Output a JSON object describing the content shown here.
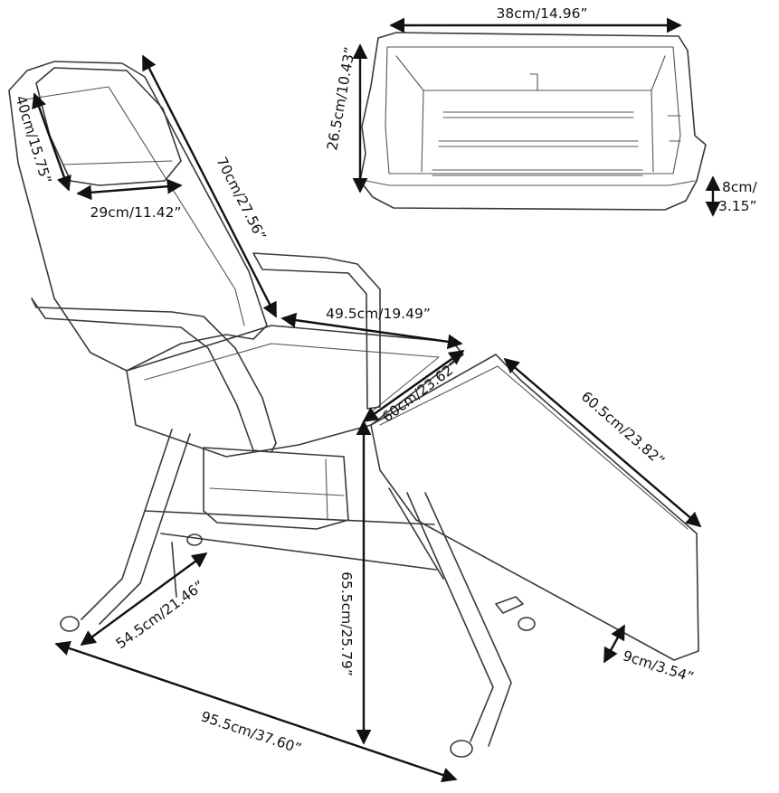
{
  "colors": {
    "ink": "#111111",
    "sketch": "#3a3a3a",
    "background": "#ffffff"
  },
  "tray": {
    "width": "38cm/14.96”",
    "depth": "26.5cm/10.43”",
    "height_line1": "8cm/",
    "height_line2": "3.15”"
  },
  "headrest": {
    "height": "40cm/15.75”",
    "width": "29cm/11.42”"
  },
  "backrest": {
    "length": "70cm/27.56”"
  },
  "seat": {
    "width": "49.5cm/19.49”",
    "depth": "60cm/23.62”"
  },
  "legrest": {
    "length": "60.5cm/23.82”",
    "thickness": "9cm/3.54”"
  },
  "frame": {
    "seat_height": "65.5cm/25.79”",
    "base_width": "54.5cm/21.46”",
    "overall_length": "95.5cm/37.60”"
  }
}
